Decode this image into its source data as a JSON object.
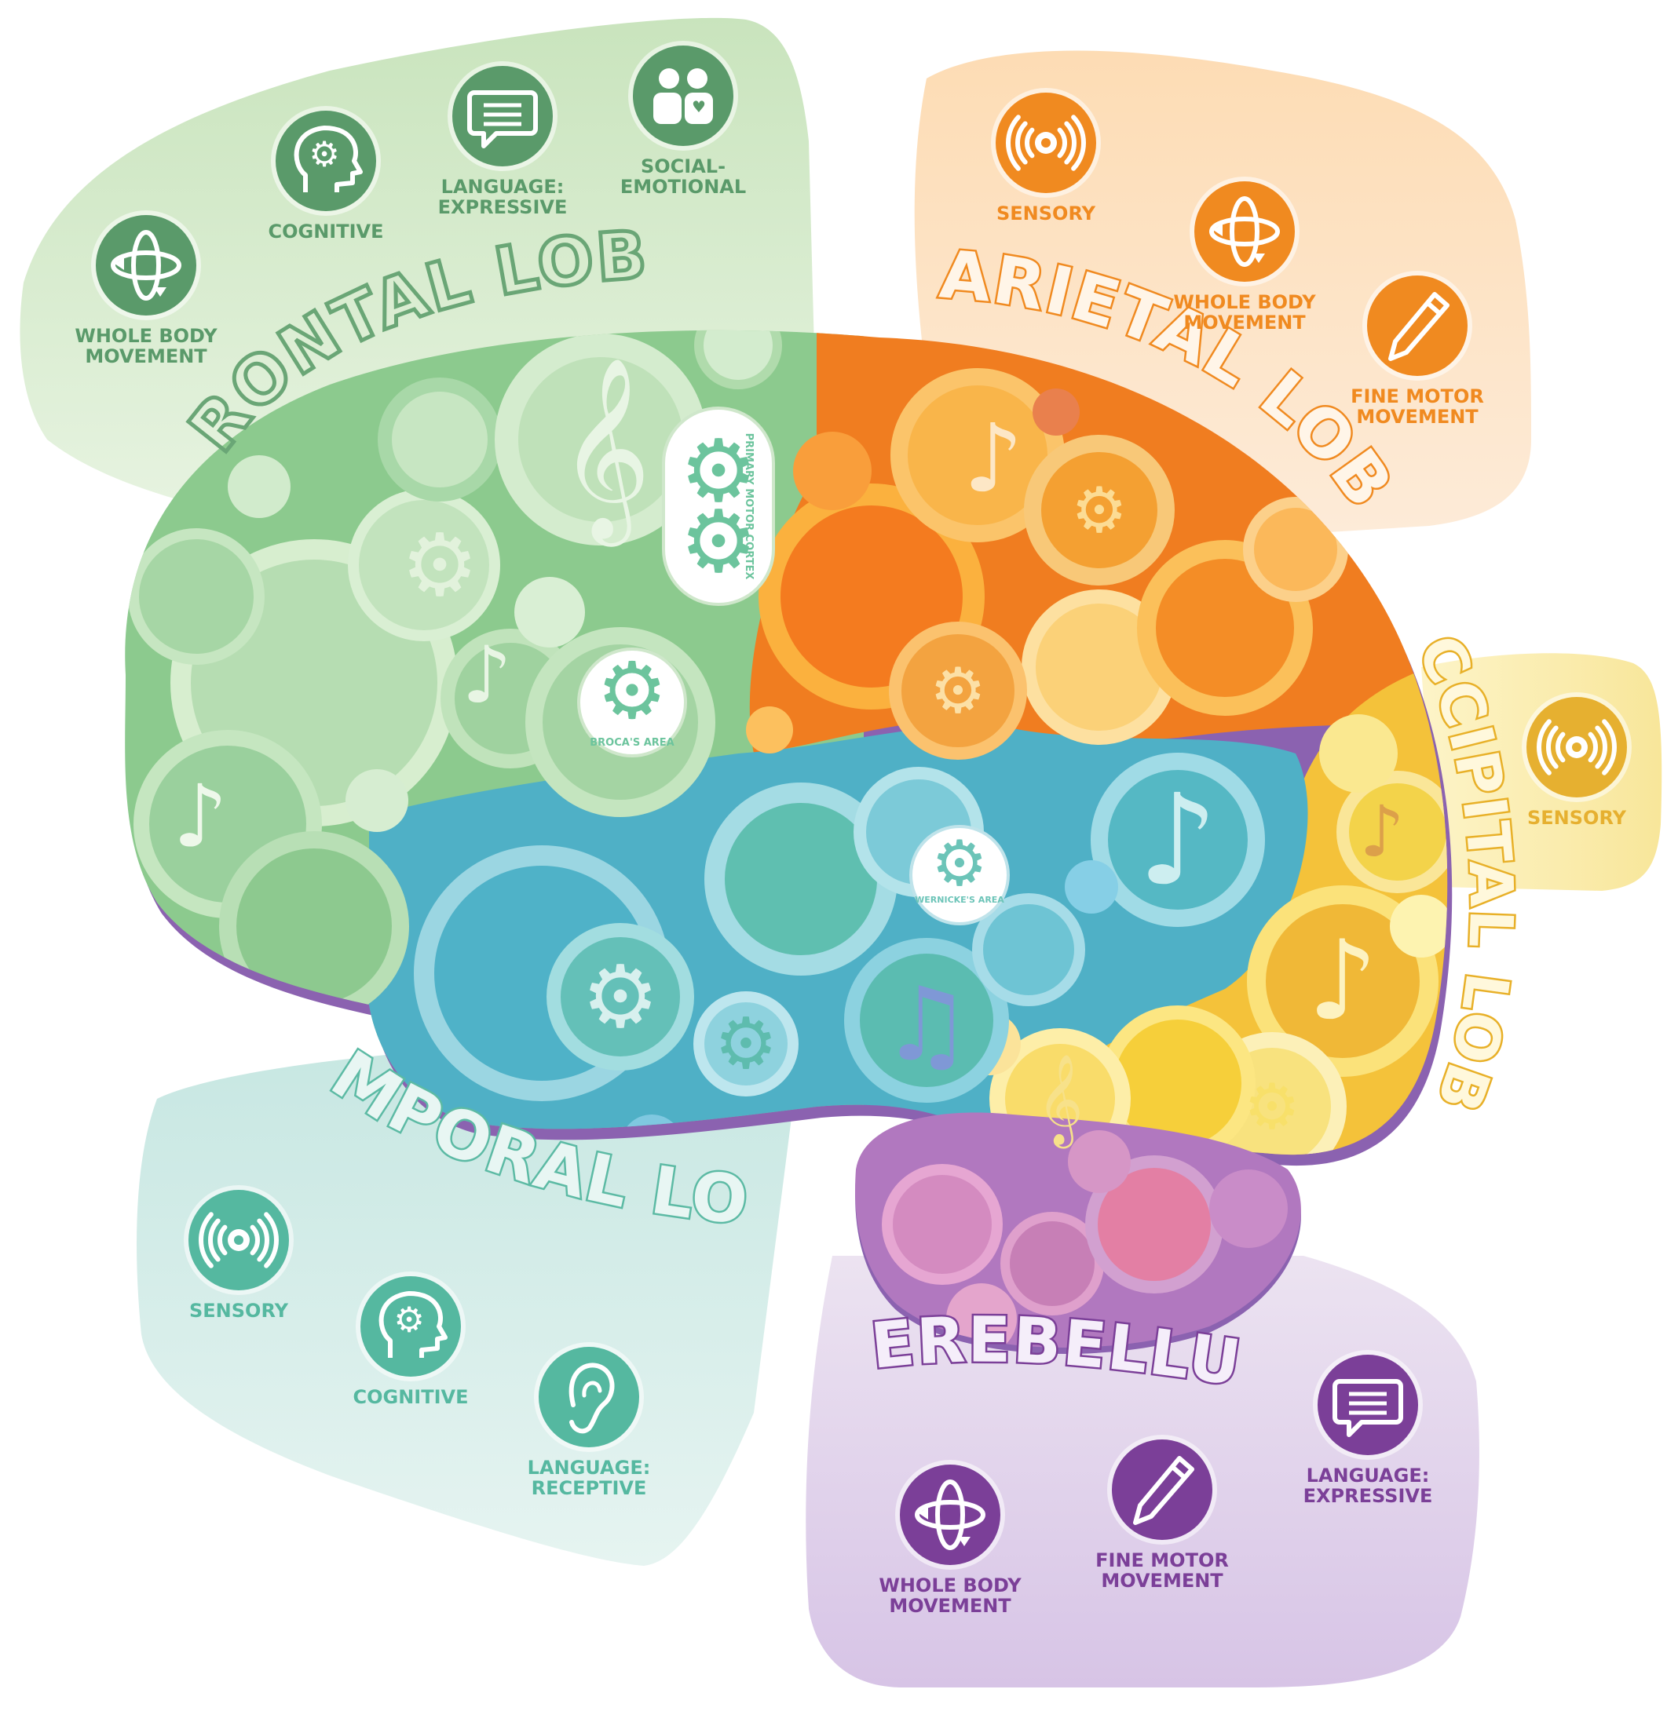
{
  "colors": {
    "frontal": "#5a9a6a",
    "parietal": "#f08a20",
    "occipital": "#e6b030",
    "temporal": "#55b8a0",
    "cerebellum": "#7b3f98"
  },
  "lobes": {
    "frontal": {
      "title": "FRONTAL LOBE",
      "icons": [
        {
          "icon": "whole-body-movement-icon",
          "label": [
            "WHOLE BODY",
            "MOVEMENT"
          ]
        },
        {
          "icon": "cognitive-head-gear-icon",
          "label": [
            "COGNITIVE"
          ]
        },
        {
          "icon": "speech-bubble-icon",
          "label": [
            "LANGUAGE:",
            "EXPRESSIVE"
          ]
        },
        {
          "icon": "social-emotional-people-icon",
          "label": [
            "SOCIAL-",
            "EMOTIONAL"
          ]
        }
      ]
    },
    "parietal": {
      "title": "PARIETAL LOBE",
      "icons": [
        {
          "icon": "sensory-waves-icon",
          "label": [
            "SENSORY"
          ]
        },
        {
          "icon": "whole-body-movement-icon",
          "label": [
            "WHOLE BODY",
            "MOVEMENT"
          ]
        },
        {
          "icon": "pencil-icon",
          "label": [
            "FINE MOTOR",
            "MOVEMENT"
          ]
        }
      ]
    },
    "occipital": {
      "title": "OCCIPITAL LOBE",
      "icons": [
        {
          "icon": "sensory-waves-icon",
          "label": [
            "SENSORY"
          ]
        }
      ]
    },
    "temporal": {
      "title": "TEMPORAL LOBE",
      "icons": [
        {
          "icon": "sensory-waves-icon",
          "label": [
            "SENSORY"
          ]
        },
        {
          "icon": "cognitive-head-gear-icon",
          "label": [
            "COGNITIVE"
          ]
        },
        {
          "icon": "ear-icon",
          "label": [
            "LANGUAGE:",
            "RECEPTIVE"
          ]
        }
      ]
    },
    "cerebellum": {
      "title": "CEREBELLUM",
      "icons": [
        {
          "icon": "whole-body-movement-icon",
          "label": [
            "WHOLE BODY",
            "MOVEMENT"
          ]
        },
        {
          "icon": "pencil-icon",
          "label": [
            "FINE MOTOR",
            "MOVEMENT"
          ]
        },
        {
          "icon": "speech-bubble-icon",
          "label": [
            "LANGUAGE:",
            "EXPRESSIVE"
          ]
        }
      ]
    }
  },
  "brain_areas": {
    "motor": "PRIMARY MOTOR CORTEX",
    "broca": "BROCA'S AREA",
    "wernicke": "WERNICKE'S AREA"
  }
}
